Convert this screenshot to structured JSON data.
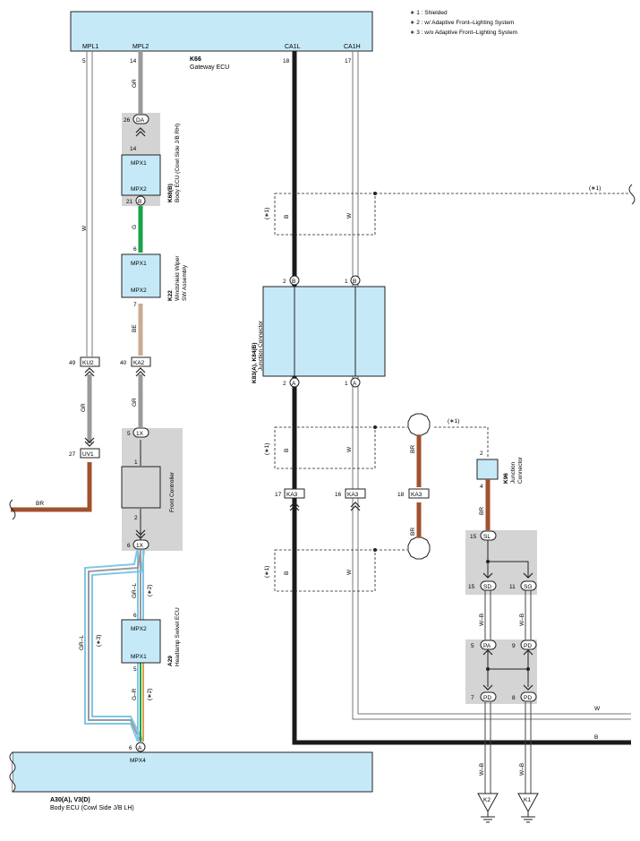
{
  "notes": [
    "∗ 1 : Shielded",
    "∗ 2 : w/ Adaptive Front–Lighting System",
    "∗ 3 : w/o Adaptive Front–Lighting System"
  ],
  "gateway": {
    "code": "K66",
    "name": "Gateway ECU",
    "pins": [
      {
        "label": "MPL1",
        "num": "5"
      },
      {
        "label": "MPL2",
        "num": "14"
      },
      {
        "label": "CA1L",
        "num": "18"
      },
      {
        "label": "CA1H",
        "num": "17"
      }
    ]
  },
  "body_ecu_rh": {
    "code": "K68(B)",
    "name": "Body ECU (Cowl Side J/B RH)",
    "top_connector": {
      "num": "26",
      "label": "DA"
    },
    "pin_in": "14",
    "mpx1": "MPX1",
    "mpx2": "MPX2",
    "bottom_connector": {
      "num": "21",
      "label": "B"
    }
  },
  "wiper_sw": {
    "code": "K22",
    "name_line1": "Windshield Wiper",
    "name_line2": "SW Assembly",
    "pin_top": "6",
    "pin_bottom": "7",
    "mpx1": "MPX1",
    "mpx2": "MPX2"
  },
  "junction_k83": {
    "code": "K83(A), K84(B)",
    "name": "Junction Connector",
    "top_left": {
      "num": "2",
      "label": "B"
    },
    "top_right": {
      "num": "1",
      "label": "B"
    },
    "bottom_left": {
      "num": "2",
      "label": "A"
    },
    "bottom_right": {
      "num": "1",
      "label": "A"
    }
  },
  "front_controller": {
    "name": "Front Controller",
    "top_connector": {
      "num": "5",
      "label": "1X"
    },
    "pin_top": "1",
    "pin_bottom": "2",
    "bottom_connector": {
      "num": "6",
      "label": "1X"
    }
  },
  "headlamp_ecu": {
    "code": "A29",
    "name": "Headlamp Swivel ECU",
    "pin_top": "6",
    "pin_bottom": "5",
    "mpx2": "MPX2",
    "mpx1": "MPX1"
  },
  "body_ecu_lh": {
    "code": "A30(A), V3(D)",
    "name": "Body ECU (Cowl Side J/B LH)",
    "connector": {
      "num": "6",
      "label": "A"
    },
    "pin_label": "MPX4"
  },
  "inline_connectors": {
    "ku2": {
      "num": "49",
      "label": "KU2"
    },
    "uv1": {
      "num": "27",
      "label": "UV1"
    },
    "ka2": {
      "num": "40",
      "label": "KA2"
    },
    "ka3_a": {
      "num": "17",
      "label": "KA3"
    },
    "ka3_b": {
      "num": "16",
      "label": "KA3"
    },
    "ka3_c": {
      "num": "18",
      "label": "KA3"
    }
  },
  "junction_k96": {
    "code": "K96",
    "name_line1": "Junction",
    "name_line2": "Connector",
    "pin_top": "2",
    "pin_bottom": "4"
  },
  "jb_connectors": {
    "sl": {
      "num": "15",
      "label": "SL"
    },
    "sd": {
      "num": "15",
      "label": "SD"
    },
    "sg": {
      "num": "11",
      "label": "SG"
    },
    "pa": {
      "num": "5",
      "label": "PA"
    },
    "pd1": {
      "num": "9",
      "label": "PD"
    },
    "pd2": {
      "num": "7",
      "label": "PD"
    },
    "pd3": {
      "num": "8",
      "label": "PD"
    }
  },
  "grounds": {
    "k2": "K2",
    "k1": "K1"
  },
  "wire_labels": {
    "gr": "GR",
    "w": "W",
    "g": "G",
    "be": "BE",
    "br": "BR",
    "b": "B",
    "grl": "GR–L",
    "gr_l": "GR–L",
    "g_r": "G–R",
    "wb": "W–B"
  },
  "shield_marks": {
    "s1": "(∗1)",
    "s2": "(∗2)",
    "s3": "(∗3)"
  },
  "colors": {
    "box_fill": "#c6e9f8",
    "gray_block": "#d4d4d4",
    "wire_gray": "#9a9a9a",
    "wire_green": "#18a24a",
    "wire_beige": "#c8ab92",
    "wire_brown": "#a0522d",
    "wire_blue": "#7fc6e6",
    "wire_black": "#1a1a1a"
  }
}
